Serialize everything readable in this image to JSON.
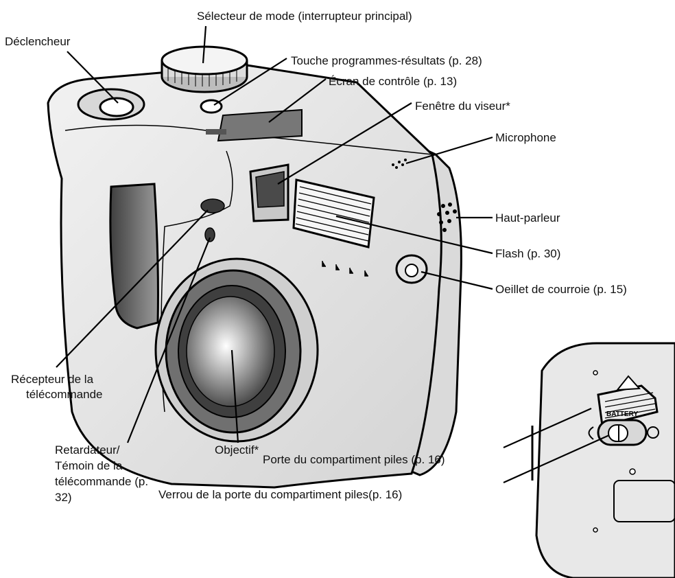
{
  "labels": {
    "mode_dial": "Sélecteur de mode (interrupteur principal)",
    "shutter": "Déclencheur",
    "programs_key": "Touche programmes-résultats (p. 28)",
    "control_panel": "Écran de contrôle (p. 13)",
    "viewfinder": "Fenêtre du viseur*",
    "microphone": "Microphone",
    "speaker": "Haut-parleur",
    "flash": "Flash (p. 30)",
    "strap_eyelet": "Oeillet de courroie (p. 15)",
    "remote_receiver_l1": "Récepteur de la",
    "remote_receiver_l2": "télécommande",
    "self_timer_l1": "Retardateur/",
    "self_timer_l2": "Témoin de la",
    "self_timer_l3": "télécommande (p.",
    "self_timer_l4": "32)",
    "lens": "Objectif*",
    "battery_door": "Porte du compartiment piles (p. 16)",
    "battery_lock": "Verrou de la porte du compartiment piles(p. 16)"
  },
  "battery_marking": "BATTERY",
  "colors": {
    "body_fill": "#e8e8e8",
    "body_shade": "#cfcfcf",
    "lens_dark": "#5a5a5a",
    "grip_dark": "#6a6a6a",
    "outline": "#000000"
  }
}
